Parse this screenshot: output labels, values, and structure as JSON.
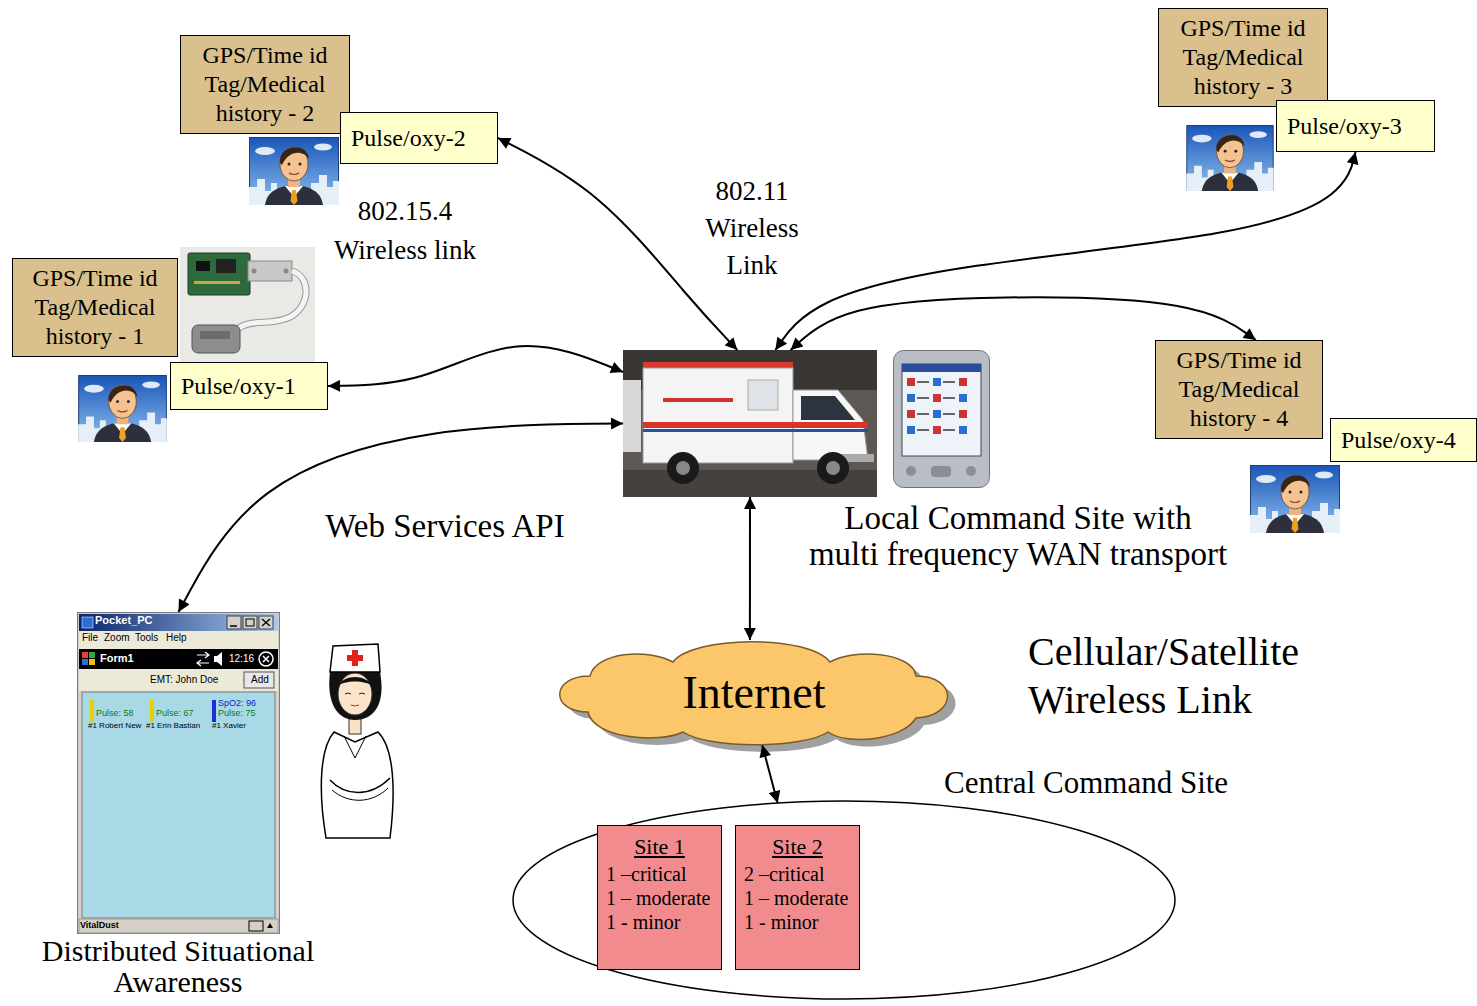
{
  "diagram": {
    "nodes": [
      {
        "text": [
          "GPS/Time id Tag/Medical history - 2"
        ]
      },
      {
        "text": [
          "Pulse/oxy-2"
        ]
      },
      {
        "text": [
          "GPS/Time id Tag/Medical history - 3"
        ]
      },
      {
        "text": [
          "Pulse/oxy-3"
        ]
      },
      {
        "text": [
          "GPS/Time id Tag/Medical history - 1"
        ]
      },
      {
        "text": [
          "Pulse/oxy-1"
        ]
      },
      {
        "text": [
          "Local Command Site with multi frequency WAN transport"
        ]
      },
      {
        "text": [
          "GPS/Time id Tag/Medical history - 4"
        ]
      },
      {
        "text": [
          "Pulse/oxy-4"
        ]
      },
      {
        "text": [
          "Distributed Situational Awareness"
        ]
      },
      {
        "text": [
          "Internet"
        ]
      },
      {
        "text": [
          "Central Command Site"
        ]
      },
      {
        "text": [
          "Site 1",
          "1 –critical",
          "1 – moderate",
          "1 - minor"
        ],
        "in": 11
      },
      {
        "text": [
          "Site 2",
          "2 –critical",
          "1 – moderate",
          "1 - minor"
        ],
        "in": 11
      }
    ],
    "edges": [
      {
        "from": 6,
        "to": 1,
        "arrow": "both"
      },
      {
        "from": 6,
        "to": 3,
        "arrow": "both"
      },
      {
        "from": 6,
        "to": 5,
        "arrow": "both"
      },
      {
        "from": 6,
        "to": 7,
        "arrow": "both"
      },
      {
        "from": 6,
        "to": 9,
        "arrow": "both"
      },
      {
        "from": 6,
        "to": 10,
        "arrow": "both"
      },
      {
        "from": 10,
        "to": 11,
        "arrow": "both"
      }
    ],
    "labels": [
      "802.15.4 Wireless link",
      "802.11 Wireless Link",
      "Web Services API",
      "Cellular/Satellite Wireless Link",
      "Pocket_PC",
      "File",
      "Zoom",
      "Tools",
      "Help",
      "Form1",
      "12:16",
      "EMT: John Doe",
      "Add",
      "Pulse: 58",
      "Pulse: 67",
      "SpO2: 96",
      "Pulse: 75",
      "#1 Robert New",
      "#1 Erin Bastian",
      "#1 Xavier",
      "VitalDust"
    ]
  }
}
